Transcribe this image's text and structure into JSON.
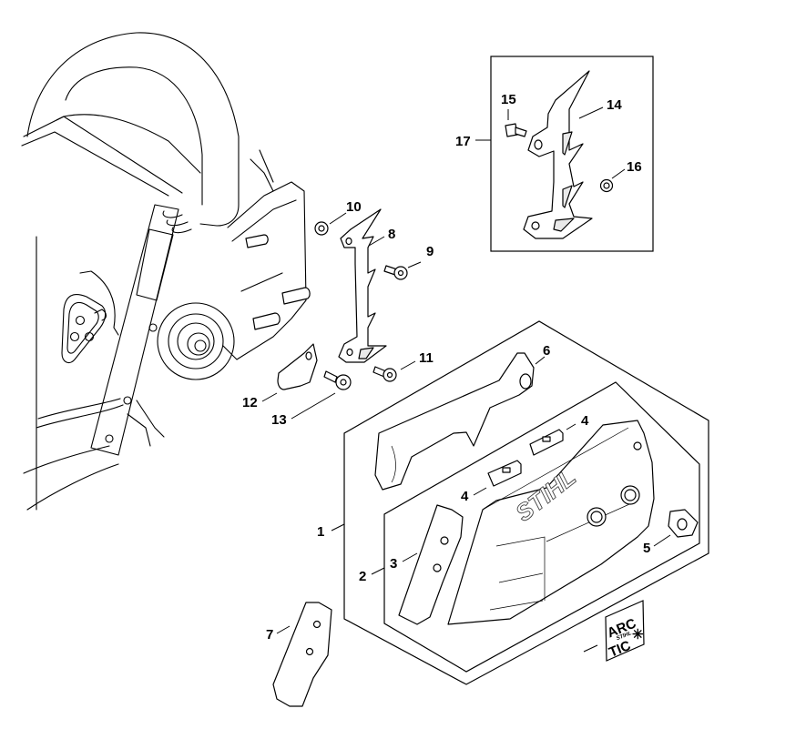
{
  "diagram": {
    "title": "Chain sprocket cover exploded parts view",
    "brand_logo": "STIHL",
    "badge": {
      "line1": "ARC",
      "line2": "STIHL",
      "line3": "TIC",
      "symbol": "✳"
    },
    "callouts": [
      {
        "id": "1",
        "label": "1"
      },
      {
        "id": "2",
        "label": "2"
      },
      {
        "id": "3",
        "label": "3"
      },
      {
        "id": "4a",
        "label": "4"
      },
      {
        "id": "4b",
        "label": "4"
      },
      {
        "id": "5",
        "label": "5"
      },
      {
        "id": "6",
        "label": "6"
      },
      {
        "id": "7",
        "label": "7"
      },
      {
        "id": "8",
        "label": "8"
      },
      {
        "id": "9",
        "label": "9"
      },
      {
        "id": "10",
        "label": "10"
      },
      {
        "id": "11",
        "label": "11"
      },
      {
        "id": "12",
        "label": "12"
      },
      {
        "id": "13",
        "label": "13"
      },
      {
        "id": "14",
        "label": "14"
      },
      {
        "id": "15",
        "label": "15"
      },
      {
        "id": "16",
        "label": "16"
      },
      {
        "id": "17",
        "label": "17"
      }
    ],
    "colors": {
      "line": "#000000",
      "fill": "#ffffff",
      "shade": "#e9e9e9"
    }
  }
}
